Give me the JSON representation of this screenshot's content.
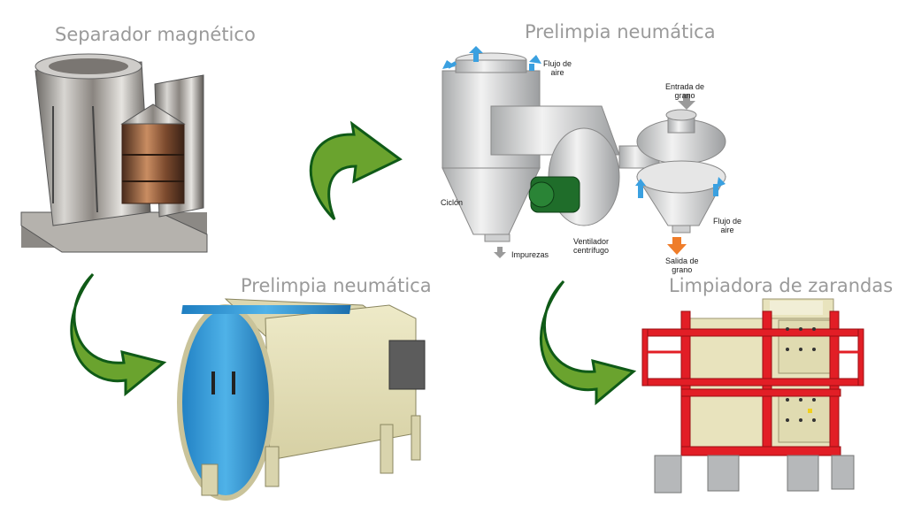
{
  "titles": {
    "separador": "Separador magnético",
    "prelimpia_top": "Prelimpia neumática",
    "prelimpia_bottom": "Prelimpia neumática",
    "limpiadora": "Limpiadora de zarandas"
  },
  "diagram_labels": {
    "flujo_aire_top_1": "Flujo de",
    "flujo_aire_top_2": "aire",
    "entrada_grano_1": "Entrada de",
    "entrada_grano_2": "grano",
    "ciclon": "Ciclón",
    "flujo_aire_right_1": "Flujo de",
    "flujo_aire_right_2": "aire",
    "ventilador_1": "Ventilador",
    "ventilador_2": "centrífugo",
    "impurezas": "Impurezas",
    "salida_grano_1": "Salida de",
    "salida_grano_2": "grano"
  },
  "colors": {
    "title_gray": "#9a9a9a",
    "arrow_green": "#6aa32e",
    "arrow_dark": "#0f5a17",
    "air_blue": "#3aa0e0",
    "grain_orange": "#ef7d2a",
    "frame_red": "#e21e26",
    "drum_blue": "#2e9ad6",
    "cream": "#e8e3bd"
  }
}
